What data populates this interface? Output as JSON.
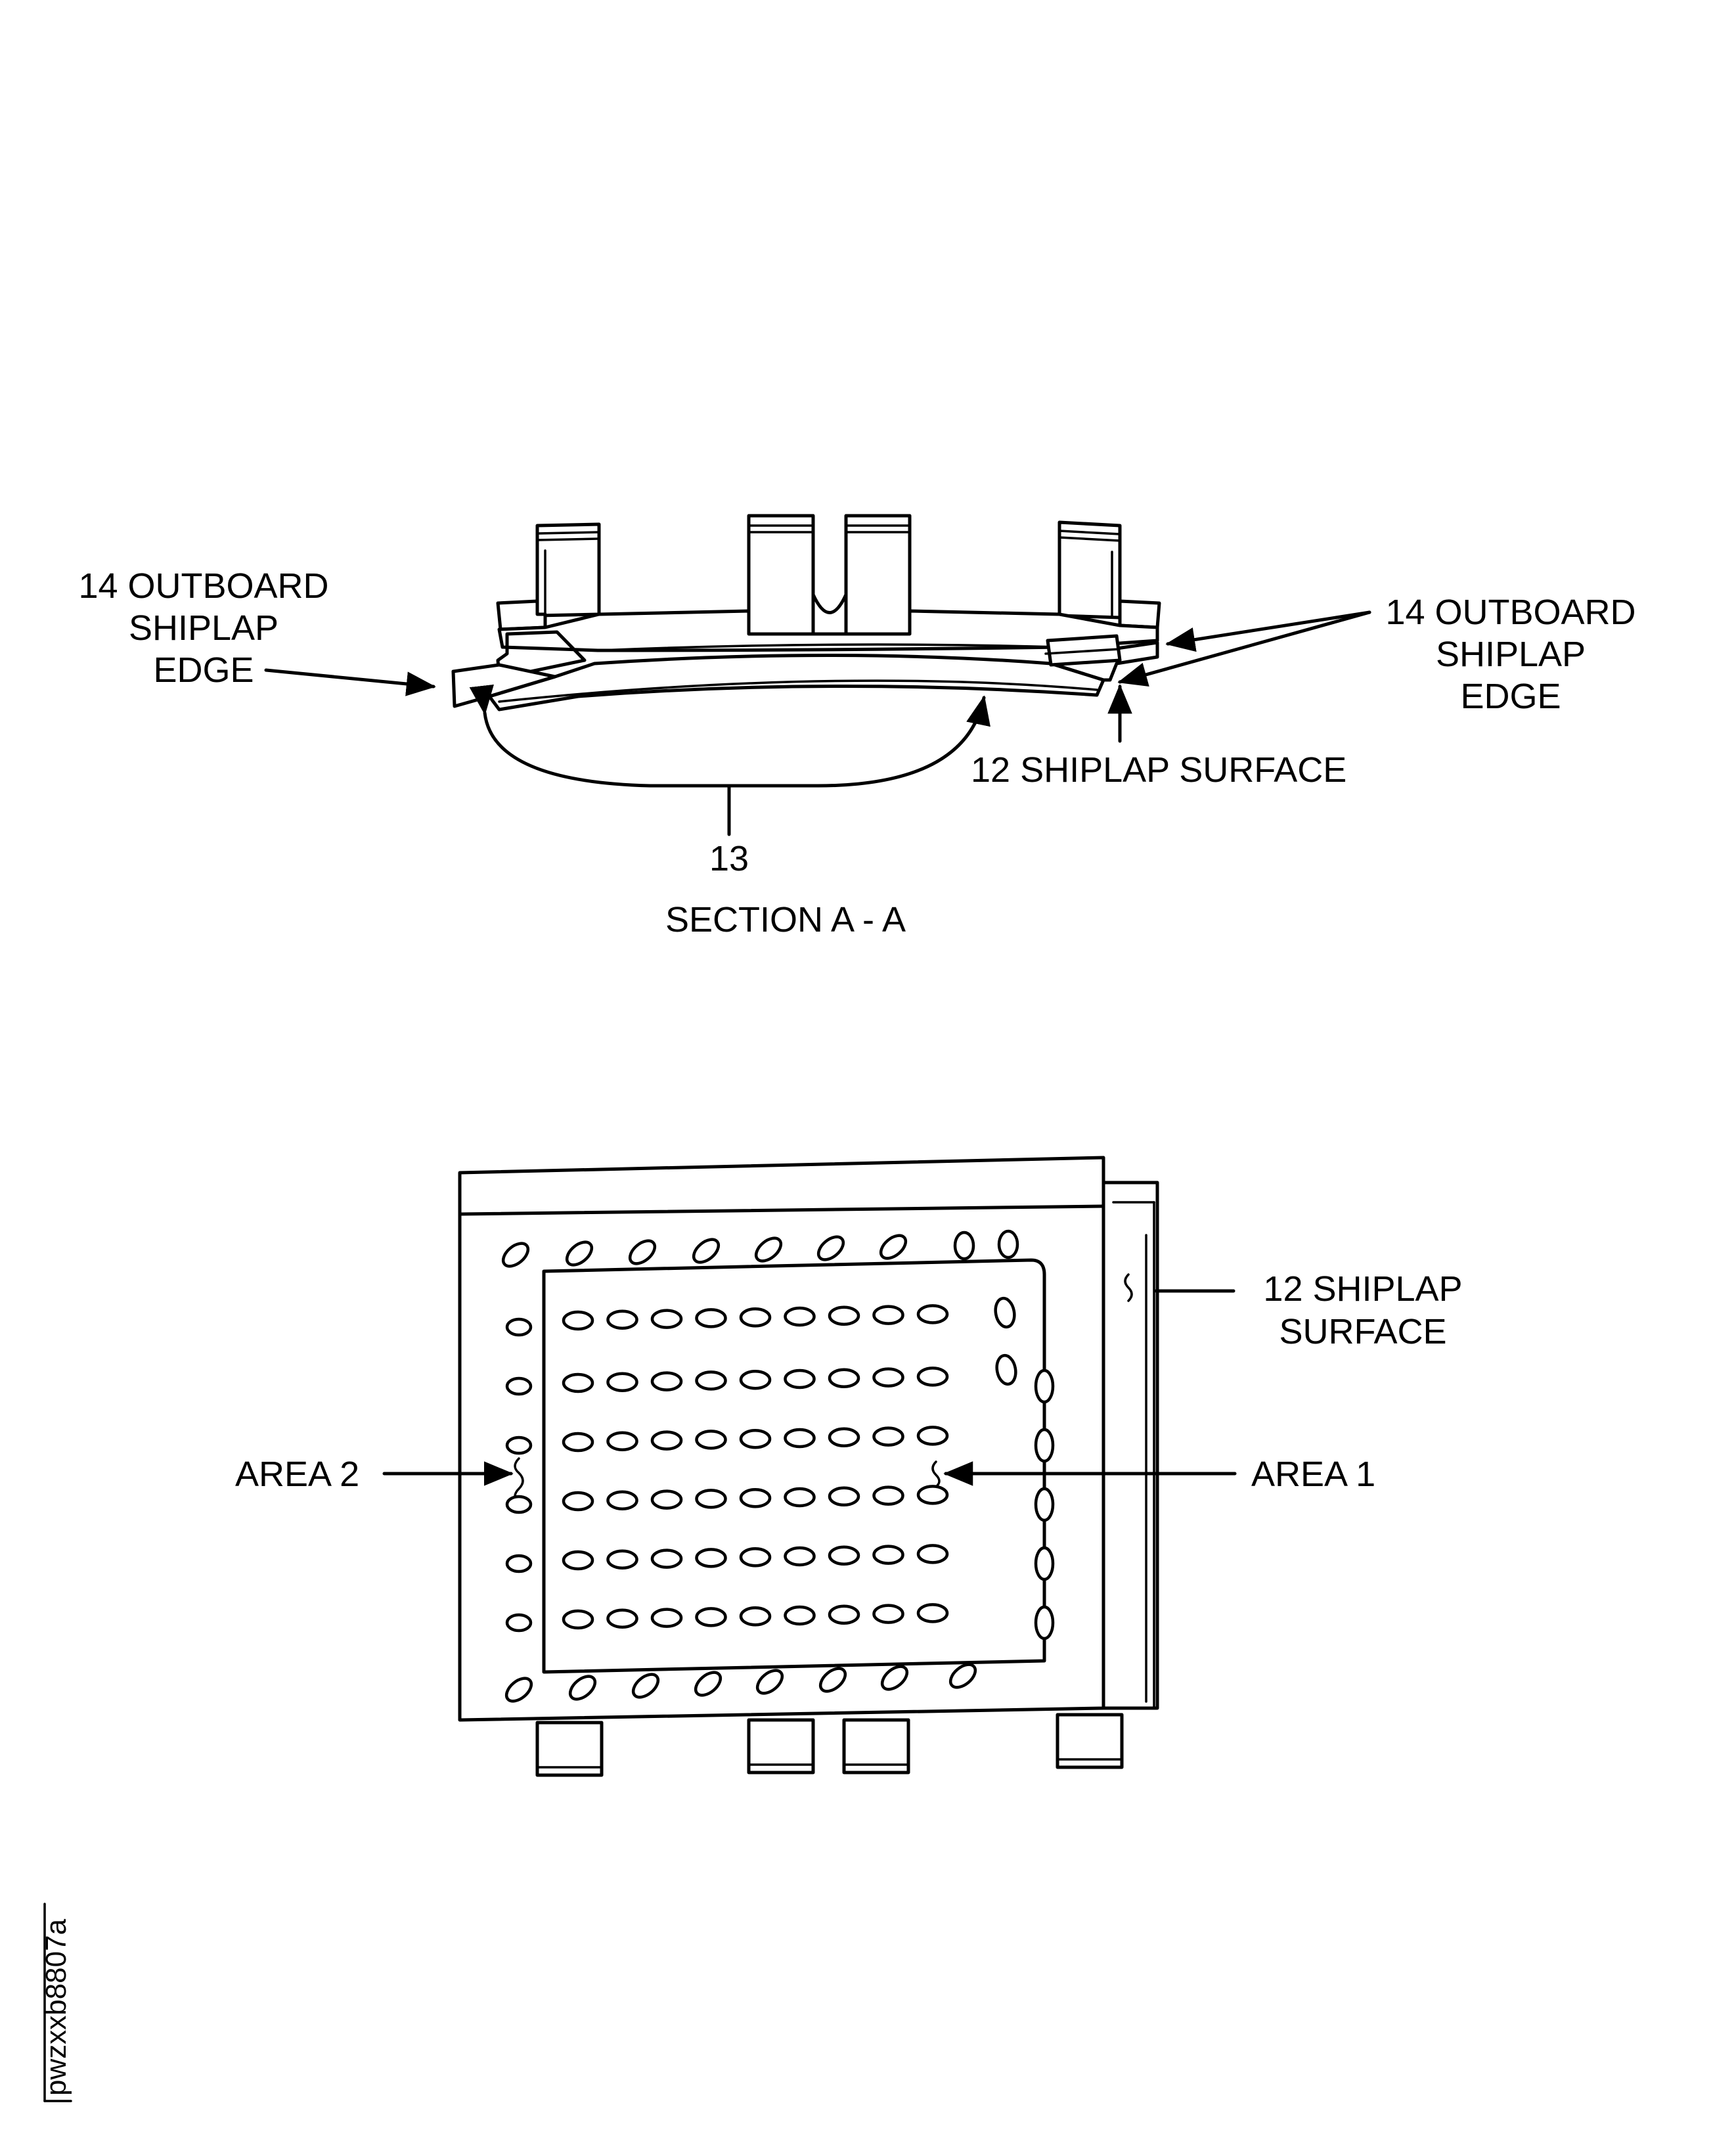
{
  "section_view": {
    "caption": "SECTION A - A",
    "left_callout": [
      "14 OUTBOARD",
      "SHIPLAP",
      "EDGE"
    ],
    "right_callout": [
      "14 OUTBOARD",
      "SHIPLAP",
      "EDGE"
    ],
    "surface_callout": "12 SHIPLAP SURFACE",
    "item_callout": "13"
  },
  "plan_view": {
    "surface_callout": [
      "12 SHIPLAP",
      "SURFACE"
    ],
    "area_left": "AREA 2",
    "area_right": "AREA 1"
  },
  "figure_id": "pwzxxb8807a"
}
